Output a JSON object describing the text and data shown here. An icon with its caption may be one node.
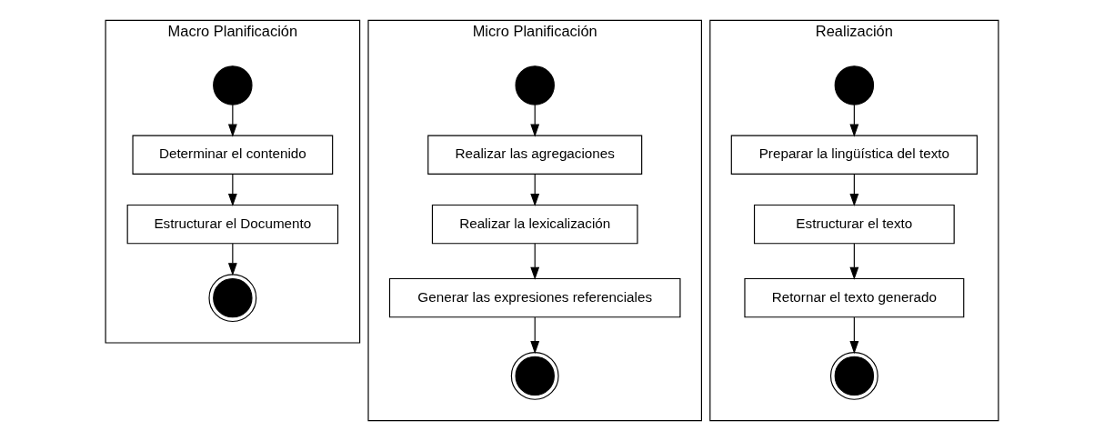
{
  "diagram": {
    "nodes": [
      {
        "text": [
          "Macro Planificación"
        ]
      },
      {
        "text": [],
        "shape": "circle",
        "in": 0
      },
      {
        "text": [
          "Determinar el contenido"
        ],
        "in": 0
      },
      {
        "text": [
          "Estructurar el Documento"
        ],
        "in": 0
      },
      {
        "text": [],
        "shape": "bullseye",
        "in": 0
      },
      {
        "text": [
          "Micro Planificación"
        ]
      },
      {
        "text": [],
        "shape": "circle",
        "in": 5
      },
      {
        "text": [
          "Realizar las agregaciones"
        ],
        "in": 5
      },
      {
        "text": [
          "Realizar la lexicalización"
        ],
        "in": 5
      },
      {
        "text": [
          "Generar las expresiones referenciales"
        ],
        "in": 5
      },
      {
        "text": [],
        "shape": "bullseye",
        "in": 5
      },
      {
        "text": [
          "Realización"
        ]
      },
      {
        "text": [],
        "shape": "circle",
        "in": 11
      },
      {
        "text": [
          "Preparar la lingüística del texto"
        ],
        "in": 11
      },
      {
        "text": [
          "Estructurar el texto"
        ],
        "in": 11
      },
      {
        "text": [
          "Retornar el texto generado"
        ],
        "in": 11
      },
      {
        "text": [],
        "shape": "bullseye",
        "in": 11
      }
    ],
    "edges": [
      {
        "from": 1,
        "to": 2,
        "arrow": "to"
      },
      {
        "from": 2,
        "to": 3,
        "arrow": "to"
      },
      {
        "from": 3,
        "to": 4,
        "arrow": "to"
      },
      {
        "from": 6,
        "to": 7,
        "arrow": "to"
      },
      {
        "from": 7,
        "to": 8,
        "arrow": "to"
      },
      {
        "from": 8,
        "to": 9,
        "arrow": "to"
      },
      {
        "from": 9,
        "to": 10,
        "arrow": "to"
      },
      {
        "from": 12,
        "to": 13,
        "arrow": "to"
      },
      {
        "from": 13,
        "to": 14,
        "arrow": "to"
      },
      {
        "from": 14,
        "to": 15,
        "arrow": "to"
      },
      {
        "from": 15,
        "to": 16,
        "arrow": "to"
      }
    ]
  }
}
